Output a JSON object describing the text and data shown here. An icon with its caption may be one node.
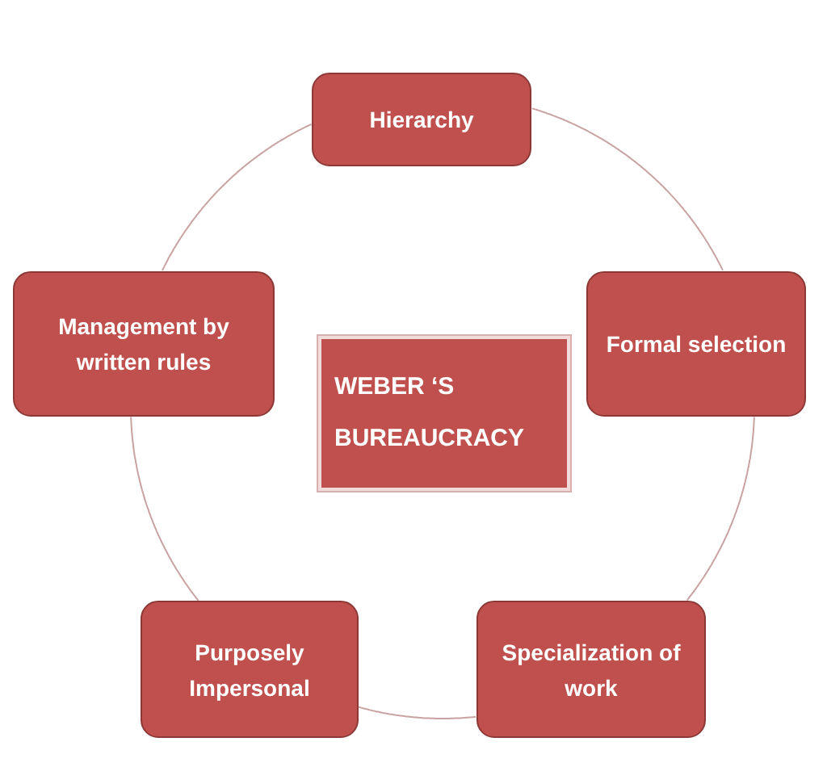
{
  "diagram": {
    "nodes": [
      {
        "text": [
          "Hierarchy"
        ]
      },
      {
        "text": [
          "Management by written rules"
        ]
      },
      {
        "text": [
          "Formal selection"
        ]
      },
      {
        "text": [
          "WEBER ‘S BUREAUCRACY"
        ]
      },
      {
        "text": [
          "Purposely Impersonal"
        ]
      },
      {
        "text": [
          "Specialization of work"
        ]
      }
    ],
    "edges": [
      {
        "from": 0,
        "to": 2,
        "arrow": "none"
      },
      {
        "from": 2,
        "to": 5,
        "arrow": "none"
      },
      {
        "from": 5,
        "to": 4,
        "arrow": "none"
      },
      {
        "from": 4,
        "to": 1,
        "arrow": "none"
      },
      {
        "from": 1,
        "to": 0,
        "arrow": "none"
      }
    ]
  }
}
